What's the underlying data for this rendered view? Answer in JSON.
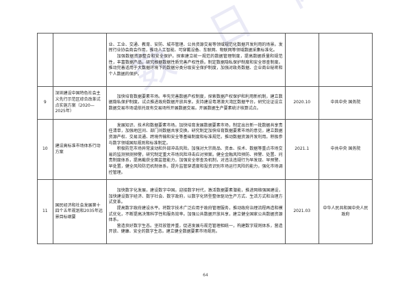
{
  "watermark": "数  日  网",
  "page_number": "64",
  "rows": [
    {
      "number": "",
      "name": "",
      "content": [
        "业、工业、交通、教育、安防、城市管理、公共资源交易等领域规范化数据开发利用的场景。发挥行业协会商会作用，推动人工智能、可穿戴设备、车联网、物联网等领域数据采集标准化。",
        "加强数据资源整合和安全保护。探索建立统一规范的数据管理制度，提高数据质量和规范性，丰富数据产品，研究根据数据性质完善产权性质。制定数据隐私保护制度和安全审查制度。推动完善适用于大数据环境下的数据分类分级安全保护制度，加强对政务数据、企业商业秘密和个人数据的保护。"
      ],
      "date": "",
      "issuer": ""
    },
    {
      "number": "9",
      "name": "深圳建设中国特色社会主义先行示范区综合改革试点实施方案（2020—2025年）",
      "content": [
        "加快培育数据要素市场。率先完善数据产权制度，探索数据产权保护和利用新机制，建立数据隐私保护制度。试点推进政府数据开放共享。支持建设粤港澳大湾区数据平台，研究论证设立数据交易市场或依托现有交易场所开展数据交易。开展数据生产要素统计核算试点。"
      ],
      "date": "2020.10",
      "issuer": "中共中央 国务院"
    },
    {
      "number": "10",
      "name": "建设高标准市场体系行动方案",
      "content": [
        "发展知识、技术和数据要素市场。加快培育发展数据要素市场，制定出台新一批数据共享责任清单，加强地区间、部门间数据共享交换。研究制定加快培育数据要素市场的意见，建立数据资源产权、交易流通、跨境传输和安全等基础制度和标准规范，推动数据资源开发利用。积极参与数字领域国际规则和标准制定。",
        "积极防范市场异常波动和外部冲击风险。加强对大宗商品、资本、技术、数据等重点市场交易的监测预测预警，研究制定重大市场风险冲击应对预案。健全金融风险预防、预警、处置、问责制度体系，提高截获全面监管能力，加强安全审查及机制，对违法违规行为早发现、早预警、早处置，健全风险防范机制体系，提升监管穿透度和投资识别市场运行风险的能力，强化市场调控管理。"
      ],
      "date": "2021.1",
      "issuer": "中共中央 国务院"
    },
    {
      "number": "11",
      "name": "国民经济和社会发展第十四个五年规划和2035年远景目标纲要",
      "content": [
        "加快数字化发展，建设数字中国。迎接数字时代，激活数据要素潜能，推进网络强国建设，加快建设数字经济、数字社会、数字政府，以数字化转型整体驱动生产方式、生活方式和治理方式变革。",
        "提高数字政府建设水平。将数字技术广泛应用于政府管理服务，推动政府治理流程再造和模式优化，不断提高决策科学性和服务效率。加强公共数据开放共享，建立健全国家公共数据资源体系。",
        "营造良好数字生态。坚持放管并重，促进发展与规范管理相统一，构建数字规则体系，营造开放、健康、安全的数字生态。建立健全数据要素市场规则。"
      ],
      "date": "2021.03",
      "issuer": "中华人民共和国中央人民政府"
    }
  ]
}
